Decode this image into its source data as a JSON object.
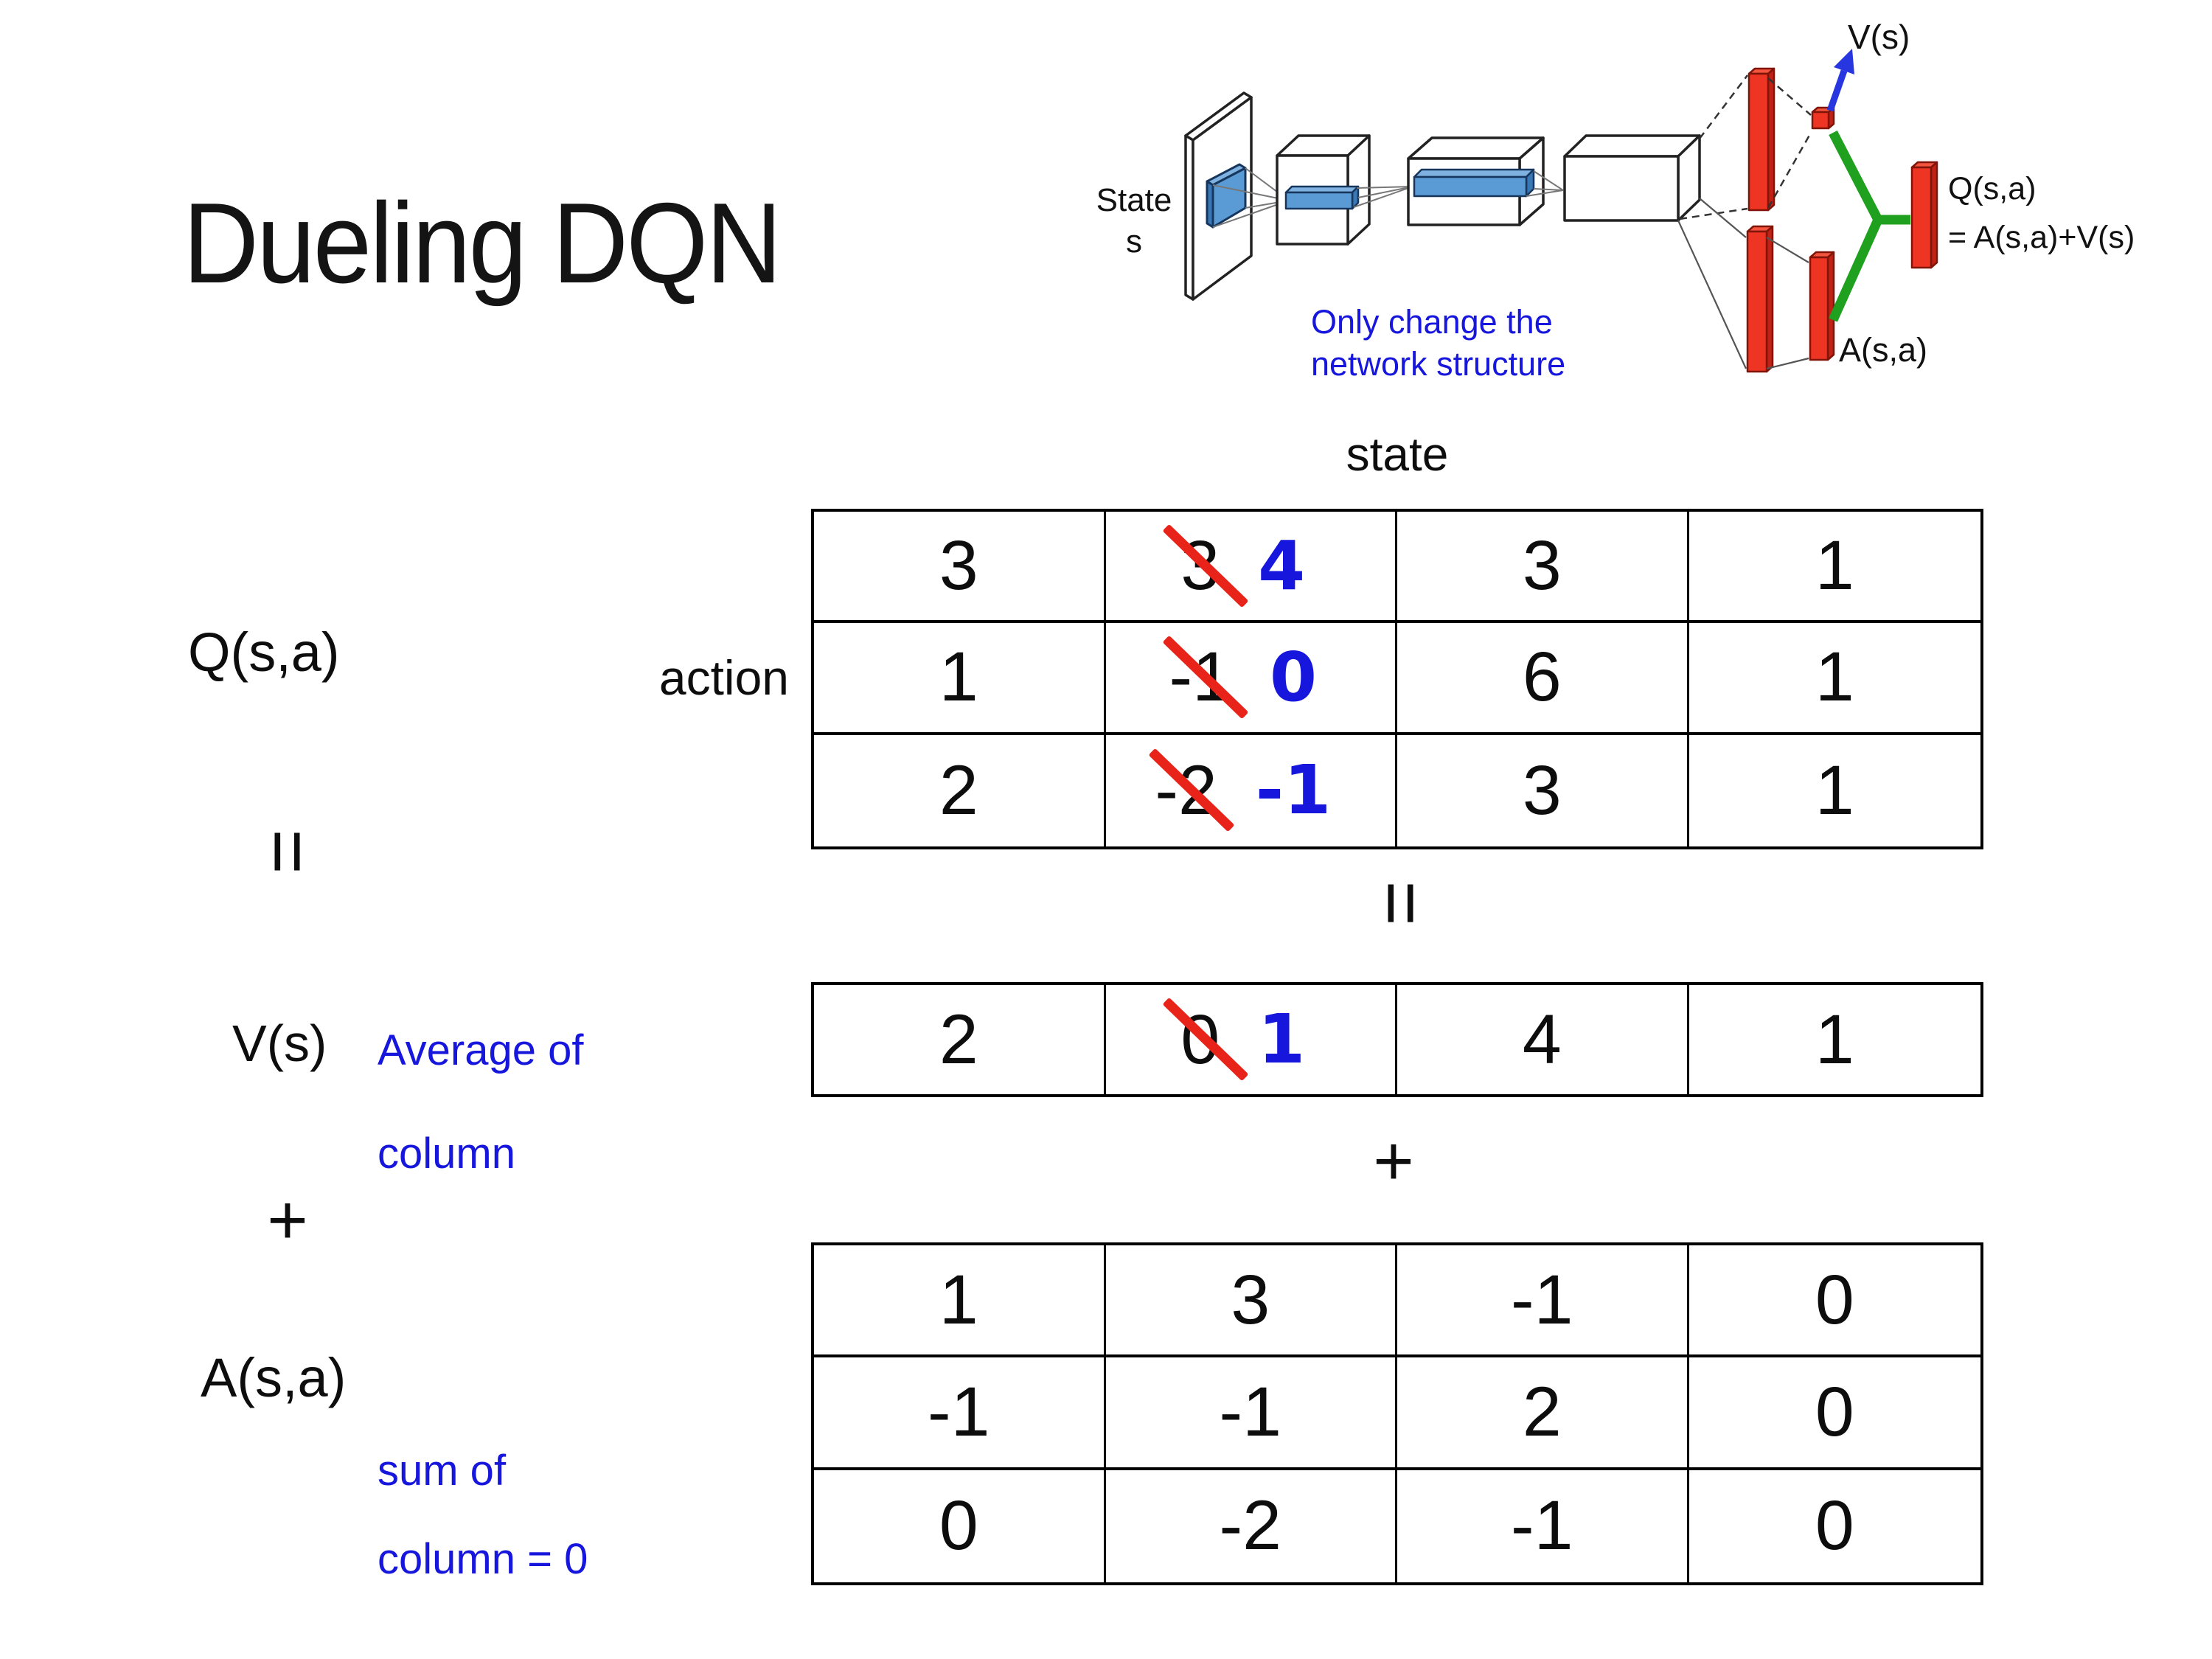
{
  "slide": {
    "title": "Dueling DQN",
    "diagram": {
      "state_line1": "State",
      "state_line2": "s",
      "note_line1": "Only change the",
      "note_line2": "network structure",
      "v_out_label": "V(s)",
      "q_out_line1": "Q(s,a)",
      "q_out_line2": "= A(s,a)+V(s)",
      "a_out_label": "A(s,a)"
    },
    "equation": {
      "q_label": "Q(s,a)",
      "equals": "=",
      "v_label": "V(s)",
      "plus": "+",
      "a_label": "A(s,a)",
      "avg_note_line1": "Average of",
      "avg_note_line2": "column",
      "sum_note_line1": "sum of",
      "sum_note_line2": "column = 0"
    },
    "matrix": {
      "state_header": "state",
      "action_label": "action",
      "equals": "=",
      "plus": "+",
      "q_table": [
        [
          {
            "v": "3"
          },
          {
            "old": "3",
            "new": "4"
          },
          {
            "v": "3"
          },
          {
            "v": "1"
          }
        ],
        [
          {
            "v": "1"
          },
          {
            "old": "-1",
            "new": "0"
          },
          {
            "v": "6"
          },
          {
            "v": "1"
          }
        ],
        [
          {
            "v": "2"
          },
          {
            "old": "-2",
            "new": "-1"
          },
          {
            "v": "3"
          },
          {
            "v": "1"
          }
        ]
      ],
      "v_table": [
        [
          {
            "v": "2"
          },
          {
            "old": "0",
            "new": "1"
          },
          {
            "v": "4"
          },
          {
            "v": "1"
          }
        ]
      ],
      "a_table": [
        [
          {
            "v": "1"
          },
          {
            "v": "3"
          },
          {
            "v": "-1"
          },
          {
            "v": "0"
          }
        ],
        [
          {
            "v": "-1"
          },
          {
            "v": "-1"
          },
          {
            "v": "2"
          },
          {
            "v": "0"
          }
        ],
        [
          {
            "v": "0"
          },
          {
            "v": "-2"
          },
          {
            "v": "-1"
          },
          {
            "v": "0"
          }
        ]
      ]
    },
    "colors": {
      "accent_blue": "#1616dd",
      "strike_red": "#e8231a",
      "bar_red": "#ee3524",
      "bar_red_dark": "#c02315",
      "bar_red_light": "#f4553f",
      "link_green": "#1fa01f",
      "arrow_blue": "#2836e0",
      "box_blue": "#5b9bd5",
      "box_blue_dark": "#3a77b5",
      "box_blue_light": "#7fb2e0"
    }
  }
}
